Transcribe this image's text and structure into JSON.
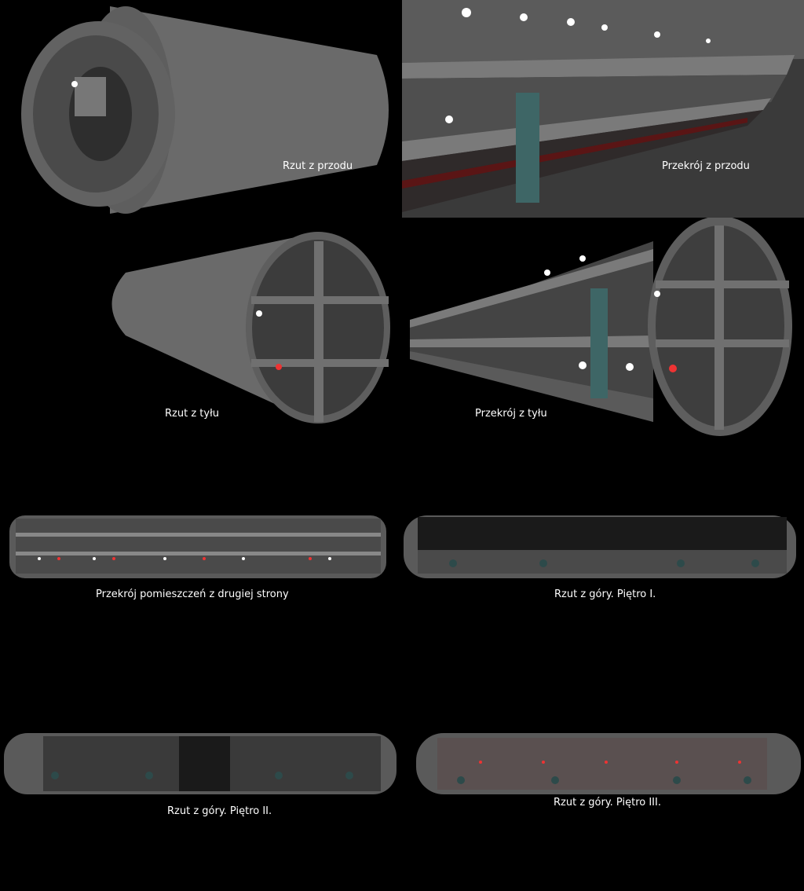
{
  "captions": {
    "front_view": "Rzut z przodu",
    "front_section": "Przekrój z przodu",
    "rear_view": "Rzut z tyłu",
    "rear_section": "Przekrój z tyłu",
    "rooms_section": "Przekrój pomieszczeń z drugiej strony",
    "top_floor1": "Rzut z góry. Piętro I.",
    "top_floor2": "Rzut z góry. Piętro II.",
    "top_floor3": "Rzut z góry. Piętro III."
  }
}
